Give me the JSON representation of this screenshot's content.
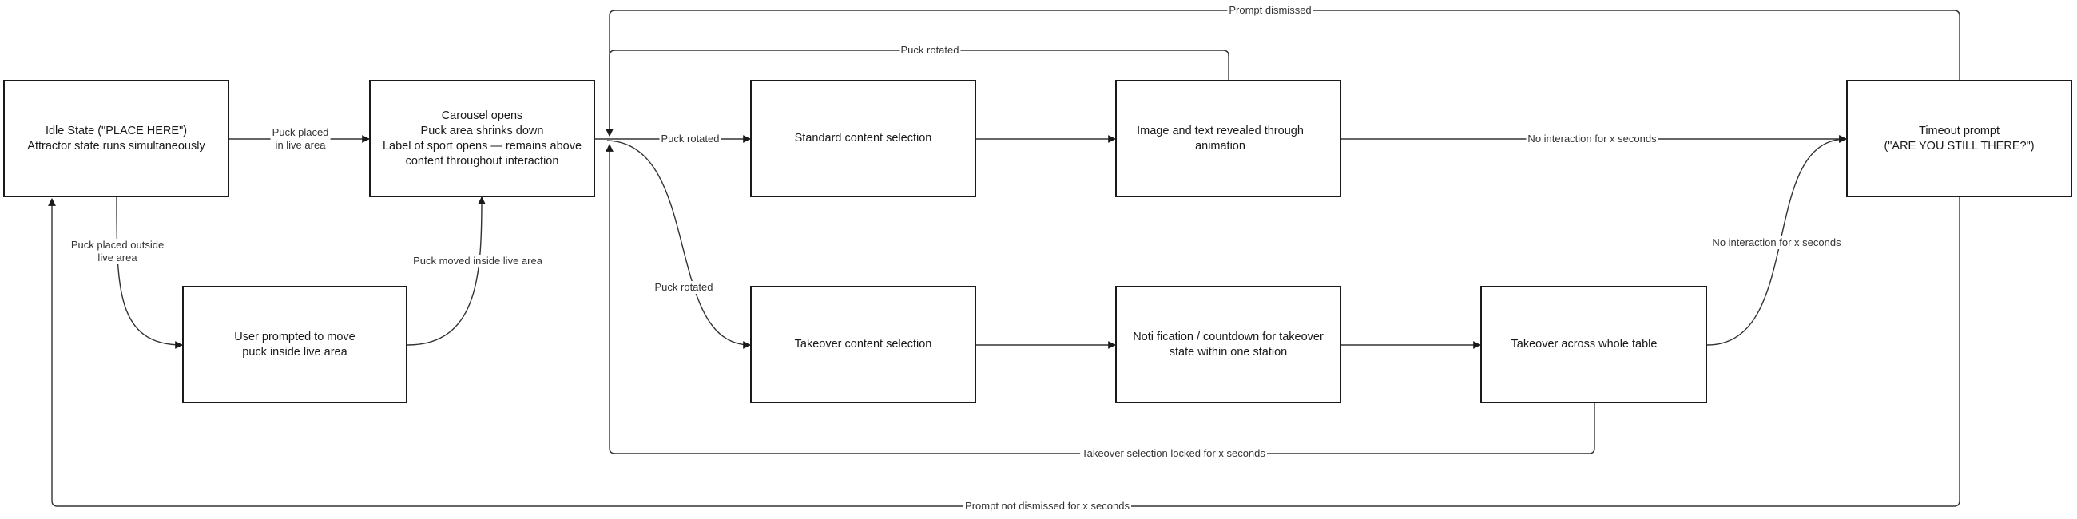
{
  "nodes": {
    "idle": [
      "Idle State (\"PLACE HERE\")",
      "Attractor state runs simultaneously"
    ],
    "carousel": [
      "Carousel opens",
      "Puck area shrinks down",
      "Label of sport opens — remains above",
      "content throughout interaction"
    ],
    "user_prompted": [
      "User prompted to move",
      "puck inside live area"
    ],
    "standard": [
      "Standard content selection"
    ],
    "image_text": [
      "Image and text revealed through",
      "animation"
    ],
    "takeover_sel": [
      "Takeover content selection"
    ],
    "notification": [
      "Noti fication / countdown for takeover",
      "state within one station"
    ],
    "takeover_table": [
      "Takeover across whole table"
    ],
    "timeout": [
      "Timeout prompt",
      "(\"ARE YOU STILL THERE?\")"
    ]
  },
  "edges": {
    "prompt_dismissed": [
      "Prompt dismissed"
    ],
    "puck_rotated_top": [
      "Puck rotated"
    ],
    "puck_placed_live": [
      "Puck placed",
      "in live area"
    ],
    "puck_rotated_mid": [
      "Puck rotated"
    ],
    "no_interaction_top": [
      "No interaction for x seconds"
    ],
    "puck_placed_outside": [
      "Puck placed outside",
      "live area"
    ],
    "puck_moved_inside": [
      "Puck moved inside live area"
    ],
    "puck_rotated_low": [
      "Puck rotated"
    ],
    "no_interaction_low": [
      "No interaction for x seconds"
    ],
    "takeover_locked": [
      "Takeover selection locked for x seconds"
    ],
    "prompt_not_dismissed": [
      "Prompt not dismissed for x seconds"
    ]
  }
}
